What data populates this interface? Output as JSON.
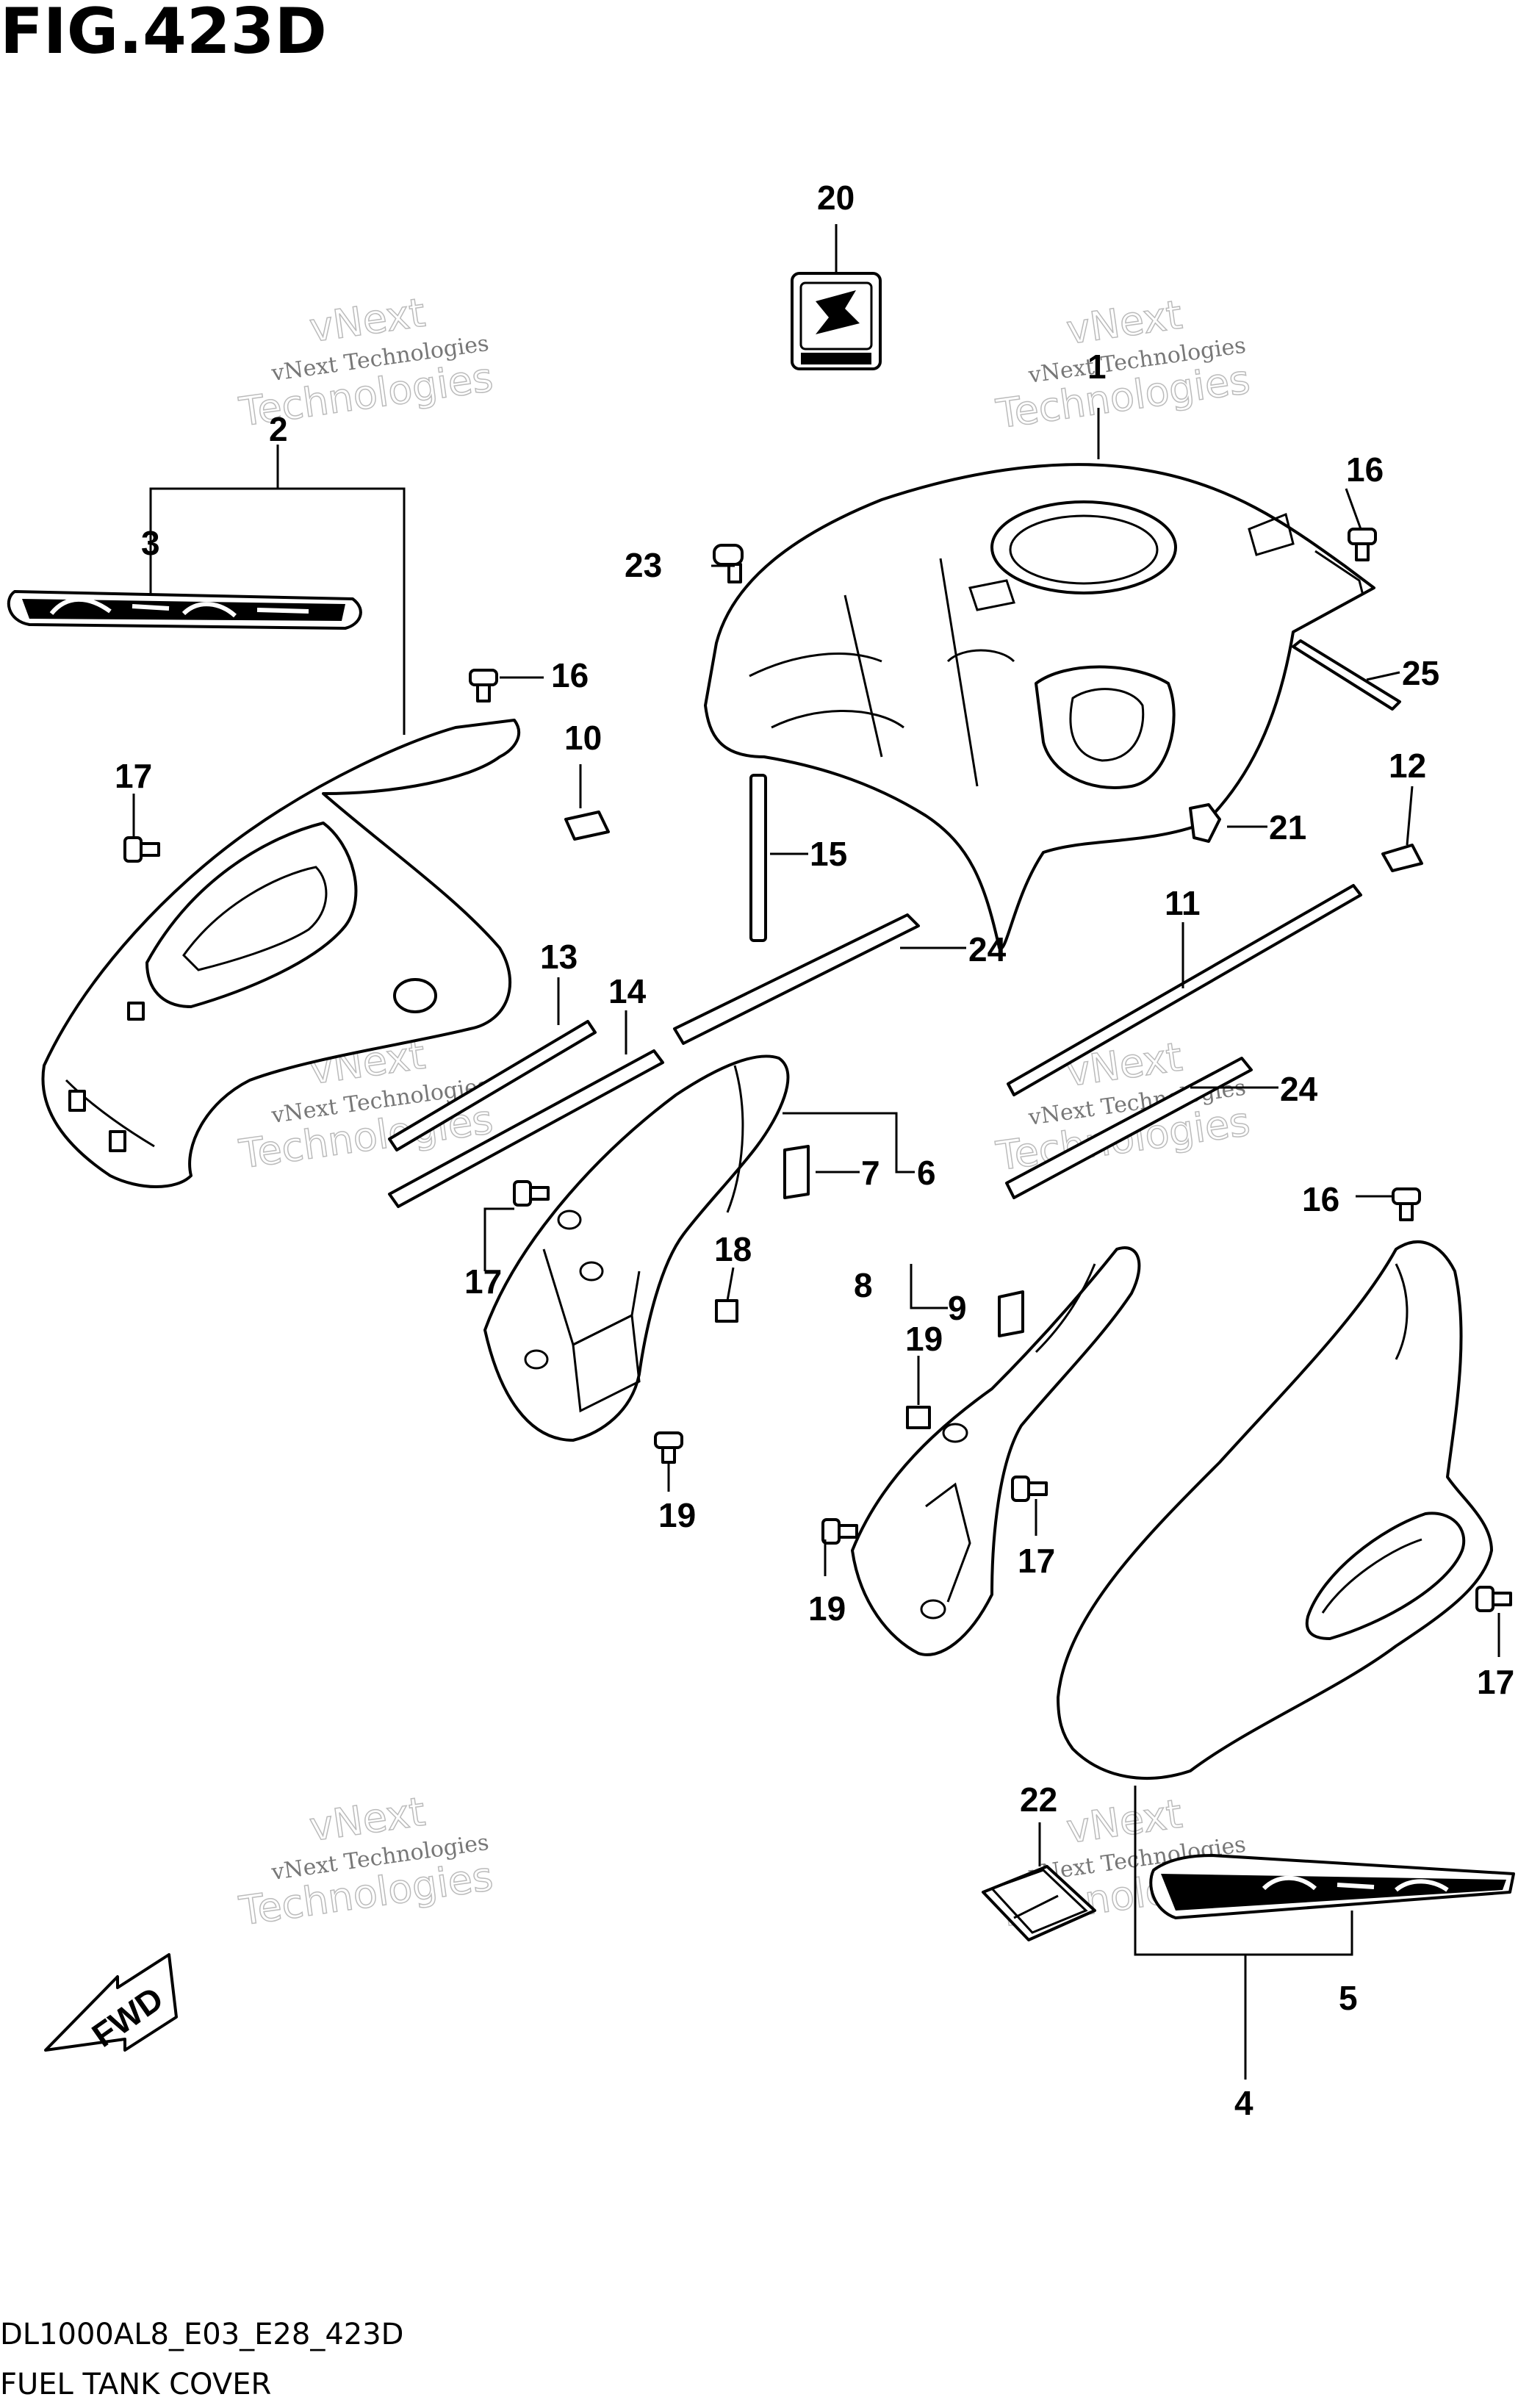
{
  "figure": {
    "title": "FIG.423D",
    "code": "DL1000AL8_E03_E28_423D",
    "name": "FUEL TANK COVER"
  },
  "watermark": {
    "line1": "vNext Technologies",
    "line2": "vNext",
    "line3": "Technologies"
  },
  "direction_marker": "FWD",
  "callouts": [
    {
      "id": "c1",
      "label": "1"
    },
    {
      "id": "c2",
      "label": "2"
    },
    {
      "id": "c3",
      "label": "3"
    },
    {
      "id": "c4",
      "label": "4"
    },
    {
      "id": "c5",
      "label": "5"
    },
    {
      "id": "c6",
      "label": "6"
    },
    {
      "id": "c7",
      "label": "7"
    },
    {
      "id": "c8",
      "label": "8"
    },
    {
      "id": "c9",
      "label": "9"
    },
    {
      "id": "c10",
      "label": "10"
    },
    {
      "id": "c11",
      "label": "11"
    },
    {
      "id": "c12",
      "label": "12"
    },
    {
      "id": "c13",
      "label": "13"
    },
    {
      "id": "c14",
      "label": "14"
    },
    {
      "id": "c15",
      "label": "15"
    },
    {
      "id": "c16a",
      "label": "16"
    },
    {
      "id": "c16b",
      "label": "16"
    },
    {
      "id": "c16c",
      "label": "16"
    },
    {
      "id": "c17a",
      "label": "17"
    },
    {
      "id": "c17b",
      "label": "17"
    },
    {
      "id": "c17c",
      "label": "17"
    },
    {
      "id": "c17d",
      "label": "17"
    },
    {
      "id": "c18a",
      "label": "18"
    },
    {
      "id": "c18b",
      "label": "18"
    },
    {
      "id": "c19a",
      "label": "19"
    },
    {
      "id": "c19b",
      "label": "19"
    },
    {
      "id": "c20",
      "label": "20"
    },
    {
      "id": "c21",
      "label": "21"
    },
    {
      "id": "c22",
      "label": "22"
    },
    {
      "id": "c23",
      "label": "23"
    },
    {
      "id": "c24a",
      "label": "24"
    },
    {
      "id": "c24b",
      "label": "24"
    },
    {
      "id": "c25",
      "label": "25"
    }
  ],
  "icons": {
    "emblem": "suzuki-emblem-icon",
    "fwd": "fwd-arrow-icon"
  }
}
